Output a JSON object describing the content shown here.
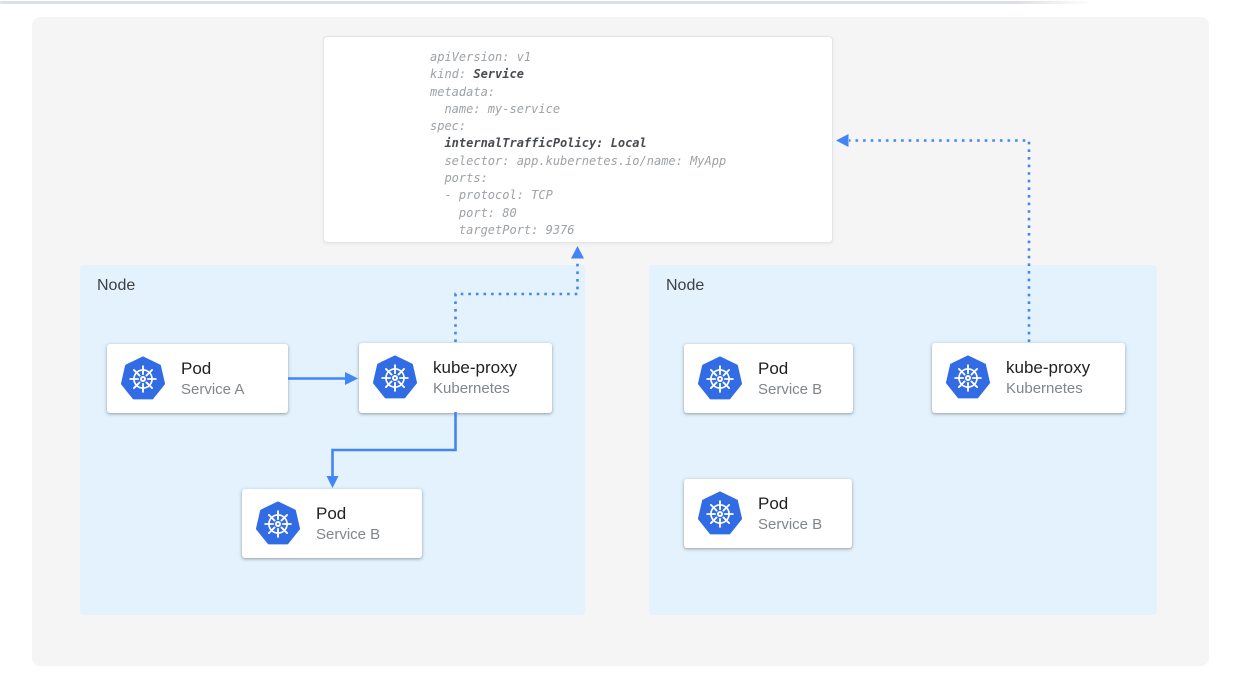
{
  "yaml_card": {
    "lines": [
      {
        "text": "apiVersion: v1",
        "bold_text": ""
      },
      {
        "text": "kind: ",
        "bold_text": "Service"
      },
      {
        "text": "metadata:",
        "bold_text": ""
      },
      {
        "text": "  name: my-service",
        "bold_text": ""
      },
      {
        "text": "spec:",
        "bold_text": ""
      },
      {
        "text": "  ",
        "bold_text": "internalTrafficPolicy: Local"
      },
      {
        "text": "  selector: app.kubernetes.io/name: MyApp",
        "bold_text": ""
      },
      {
        "text": "  ports:",
        "bold_text": ""
      },
      {
        "text": "  - protocol: TCP",
        "bold_text": ""
      },
      {
        "text": "    port: 80",
        "bold_text": ""
      },
      {
        "text": "    targetPort: 9376",
        "bold_text": ""
      }
    ]
  },
  "nodes": [
    {
      "label": "Node",
      "cards": [
        {
          "icon": "kubernetes-logo",
          "title": "Pod",
          "subtitle": "Service A"
        },
        {
          "icon": "kubernetes-logo",
          "title": "kube-proxy",
          "subtitle": "Kubernetes"
        },
        {
          "icon": "kubernetes-logo",
          "title": "Pod",
          "subtitle": "Service B"
        }
      ]
    },
    {
      "label": "Node",
      "cards": [
        {
          "icon": "kubernetes-logo",
          "title": "Pod",
          "subtitle": "Service B"
        },
        {
          "icon": "kubernetes-logo",
          "title": "kube-proxy",
          "subtitle": "Kubernetes"
        },
        {
          "icon": "kubernetes-logo",
          "title": "Pod",
          "subtitle": "Service B"
        }
      ]
    }
  ],
  "connections": [
    {
      "from": "pod-service-a",
      "to": "kube-proxy-left",
      "style": "solid-arrow"
    },
    {
      "from": "kube-proxy-left",
      "to": "pod-service-b-left",
      "style": "solid-arrow"
    },
    {
      "from": "kube-proxy-left",
      "to": "service-yaml-card",
      "style": "dotted-arrow"
    },
    {
      "from": "kube-proxy-right",
      "to": "service-yaml-card",
      "style": "dotted-arrow"
    }
  ],
  "colors": {
    "arrow_blue": "#4285f4",
    "kubernetes_blue": "#326ce5",
    "node_bg": "#e3f2fd",
    "canvas_bg": "#f5f5f5",
    "yaml_normal_text": "#9da2a6",
    "yaml_bold_text": "#474b4f"
  }
}
